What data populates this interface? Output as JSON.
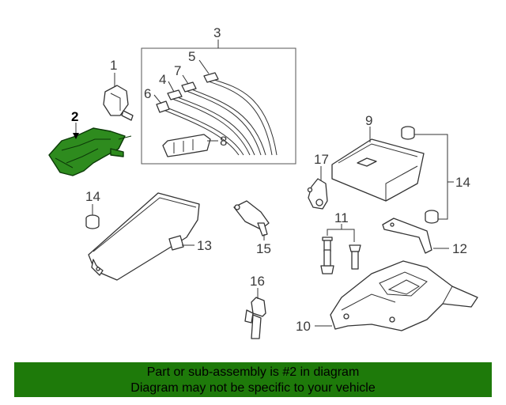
{
  "callouts": {
    "c1": "1",
    "c2": "2",
    "c3": "3",
    "c4": "4",
    "c5": "5",
    "c6": "6",
    "c7": "7",
    "c8": "8",
    "c9": "9",
    "c10": "10",
    "c11": "11",
    "c12": "12",
    "c13": "13",
    "c14a": "14",
    "c14b": "14",
    "c15": "15",
    "c16": "16",
    "c17": "17"
  },
  "banner": {
    "line1": "Part or sub-assembly is #2 in diagram",
    "line2": "Diagram may not be specific to your vehicle"
  },
  "colors": {
    "highlight_part": "#2e8b1e",
    "banner_bg": "#1e7a0a"
  }
}
